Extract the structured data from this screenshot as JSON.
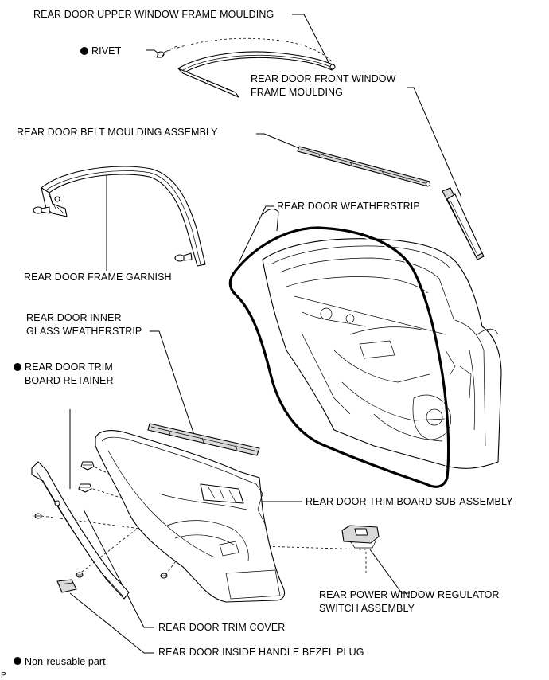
{
  "labels": {
    "upper_window_moulding": "REAR DOOR UPPER WINDOW FRAME MOULDING",
    "rivet": "RIVET",
    "front_window_moulding_line1": "REAR DOOR FRONT WINDOW",
    "front_window_moulding_line2": "FRAME MOULDING",
    "belt_moulding": "REAR DOOR BELT MOULDING ASSEMBLY",
    "weatherstrip": "REAR DOOR WEATHERSTRIP",
    "frame_garnish": "REAR DOOR FRAME GARNISH",
    "inner_glass_ws_line1": "REAR DOOR INNER",
    "inner_glass_ws_line2": "GLASS WEATHERSTRIP",
    "trim_retainer_line1": "REAR DOOR TRIM",
    "trim_retainer_line2": "BOARD RETAINER",
    "trim_board": "REAR DOOR TRIM BOARD SUB-ASSEMBLY",
    "window_switch_line1": "REAR POWER WINDOW REGULATOR",
    "window_switch_line2": "SWITCH ASSEMBLY",
    "trim_cover": "REAR DOOR TRIM COVER",
    "bezel_plug": "REAR DOOR INSIDE HANDLE BEZEL PLUG"
  },
  "legend": {
    "text": "Non-reusable part"
  },
  "corner_code": "P",
  "icons": {
    "non_reusable_marker": "filled-circle",
    "color": "#000000"
  }
}
